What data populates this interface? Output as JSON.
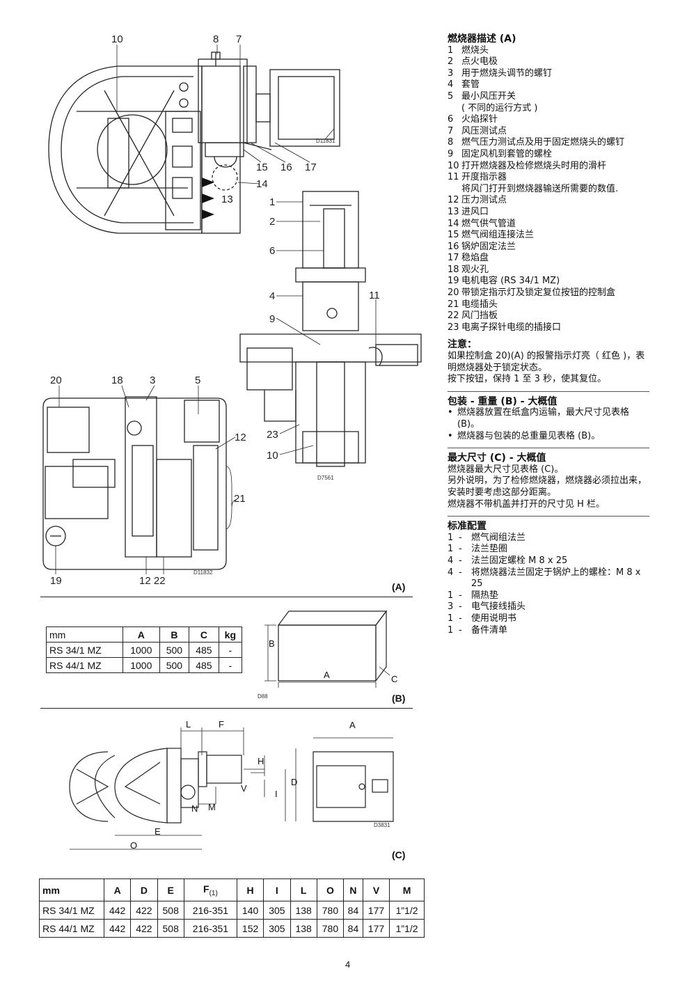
{
  "figure_a": {
    "callouts_side": [
      "10",
      "8",
      "7",
      "15",
      "16",
      "17",
      "14",
      "13"
    ],
    "callouts_section": [
      "1",
      "2",
      "6",
      "4",
      "9",
      "11",
      "23",
      "10"
    ],
    "callouts_front": [
      "20",
      "18",
      "3",
      "5",
      "12",
      "21",
      "19",
      "12 22"
    ],
    "code_side": "D11831",
    "code_section": "D7561",
    "code_front": "D11832",
    "label": "(A)"
  },
  "figure_b": {
    "table": {
      "headers": [
        "mm",
        "A",
        "B",
        "C",
        "kg"
      ],
      "rows": [
        [
          "RS 34/1 MZ",
          "1000",
          "500",
          "485",
          "-"
        ],
        [
          "RS 44/1 MZ",
          "1000",
          "500",
          "485",
          "-"
        ]
      ]
    },
    "box_labels": {
      "a": "A",
      "b": "B",
      "c": "C"
    },
    "code": "D88",
    "label": "(B)"
  },
  "figure_c": {
    "dims": {
      "l": "L",
      "f": "F",
      "h": "H",
      "v": "V",
      "i": "I",
      "d": "D",
      "a": "A",
      "n": "N",
      "m": "M",
      "e": "E",
      "o": "O"
    },
    "code": "D3831",
    "label": "(C)",
    "table": {
      "headers": [
        "mm",
        "A",
        "D",
        "E",
        "F",
        "H",
        "I",
        "L",
        "O",
        "N",
        "V",
        "M"
      ],
      "f_sub": "(1)",
      "rows": [
        [
          "RS 34/1 MZ",
          "442",
          "422",
          "508",
          "216-351",
          "140",
          "305",
          "138",
          "780",
          "84",
          "177",
          "1”1/2"
        ],
        [
          "RS 44/1 MZ",
          "442",
          "422",
          "508",
          "216-351",
          "152",
          "305",
          "138",
          "780",
          "84",
          "177",
          "1”1/2"
        ]
      ]
    }
  },
  "right": {
    "desc_title": "燃烧器描述 (A)",
    "desc_items": [
      {
        "n": "1",
        "t": "燃烧头"
      },
      {
        "n": "2",
        "t": "点火电极"
      },
      {
        "n": "3",
        "t": "用于燃烧头调节的螺钉"
      },
      {
        "n": "4",
        "t": "套管"
      },
      {
        "n": "5",
        "t": "最小风压开关"
      },
      {
        "n": "",
        "t": "( 不同的运行方式 )"
      },
      {
        "n": "6",
        "t": "火焰探针"
      },
      {
        "n": "7",
        "t": "风压测试点"
      },
      {
        "n": "8",
        "t": "燃气压力测试点及用于固定燃烧头的螺钉"
      },
      {
        "n": "9",
        "t": "固定风机到套管的螺栓"
      },
      {
        "n": "10",
        "t": "打开燃烧器及检修燃烧头时用的滑杆"
      },
      {
        "n": "11",
        "t": "开度指示器"
      },
      {
        "n": "",
        "t": "将风门打开到燃烧器输送所需要的数值."
      },
      {
        "n": "12",
        "t": "压力测试点"
      },
      {
        "n": "13",
        "t": "进风口"
      },
      {
        "n": "14",
        "t": "燃气供气管道"
      },
      {
        "n": "15",
        "t": "燃气阀组连接法兰"
      },
      {
        "n": "16",
        "t": "锅炉固定法兰"
      },
      {
        "n": "17",
        "t": "稳焰盘"
      },
      {
        "n": "18",
        "t": "观火孔"
      },
      {
        "n": "19",
        "t": "电机电容 (RS 34/1 MZ)"
      },
      {
        "n": "20",
        "t": "带锁定指示灯及锁定复位按钮的控制盒"
      },
      {
        "n": "21",
        "t": "电缆插头"
      },
      {
        "n": "22",
        "t": "风门挡板"
      },
      {
        "n": "23",
        "t": "电离子探针电缆的插接口"
      }
    ],
    "note_title": "注意：",
    "note_p1": "如果控制盒 20)(A) 的报警指示灯亮（ 红色 )，表明燃烧器处于锁定状态。",
    "note_p2": "按下按钮，保持 1 至 3 秒，使其复位。",
    "pack_title": "包装 - 重量 (B) - 大概值",
    "pack_items": [
      "燃烧器放置在纸盒内运输，最大尺寸见表格 (B)。",
      "燃烧器与包装的总重量见表格 (B)。"
    ],
    "dim_title": "最大尺寸 (C) - 大概值",
    "dim_p1": "燃烧器最大尺寸见表格 (C)。",
    "dim_p2": "另外说明，为了检修燃烧器，燃烧器必须拉出来，安装时要考虑这部分距离。",
    "dim_p3": "燃烧器不带机盖并打开的尺寸见 H 栏。",
    "std_title": "标准配置",
    "std_items": [
      {
        "n": "1",
        "t": "燃气阀组法兰"
      },
      {
        "n": "1",
        "t": "法兰垫圈"
      },
      {
        "n": "4",
        "t": "法兰固定螺栓 M 8 x 25"
      },
      {
        "n": "4",
        "t": "将燃烧器法兰固定于锅炉上的螺栓：M 8 x 25"
      },
      {
        "n": "1",
        "t": "隔热垫"
      },
      {
        "n": "3",
        "t": "电气接线插头"
      },
      {
        "n": "1",
        "t": "使用说明书"
      },
      {
        "n": "1",
        "t": "备件清单"
      }
    ]
  },
  "page_number": "4"
}
